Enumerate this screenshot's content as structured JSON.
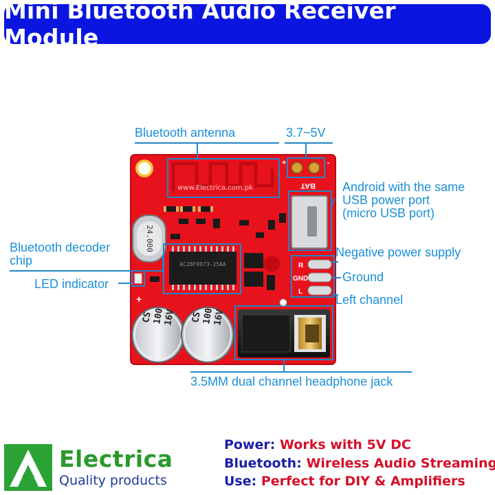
{
  "header": {
    "title": "Mini Bluetooth Audio Receiver Module"
  },
  "board": {
    "watermark": "www.Electrica.com.pk",
    "crystal_text": "24.000",
    "chip_text": "AC2BF0073-25AA",
    "bat_label": "BAT",
    "pin_labels": [
      "R",
      "GND",
      "L"
    ],
    "cap_text": [
      "CS",
      "100",
      "16V"
    ]
  },
  "callouts": {
    "antenna": "Bluetooth antenna",
    "voltage": "3.7~5V",
    "usb": "Android with the same\nUSB power port\n(micro USB port)",
    "decoder": "Bluetooth decoder\nchip",
    "led": "LED indicator",
    "negative": "Negative power supply",
    "ground": "Ground",
    "left_channel": "Left channel",
    "jack": "3.5MM dual channel headphone jack"
  },
  "brand": {
    "name": "Electrica",
    "tagline": "Quality products"
  },
  "specs": [
    {
      "key": "Power:",
      "value": "Works with 5V DC"
    },
    {
      "key": "Bluetooth:",
      "value": "Wireless Audio Streaming"
    },
    {
      "key": "Use:",
      "value": "Perfect for DIY & Amplifiers"
    }
  ],
  "colors": {
    "header_bg": "#0a16e0",
    "pcb": "#e8121c",
    "callout": "#1b8fd6",
    "spec_key": "#1a1fa8",
    "spec_value": "#d4102a",
    "brand_green": "#2a9a2c"
  }
}
